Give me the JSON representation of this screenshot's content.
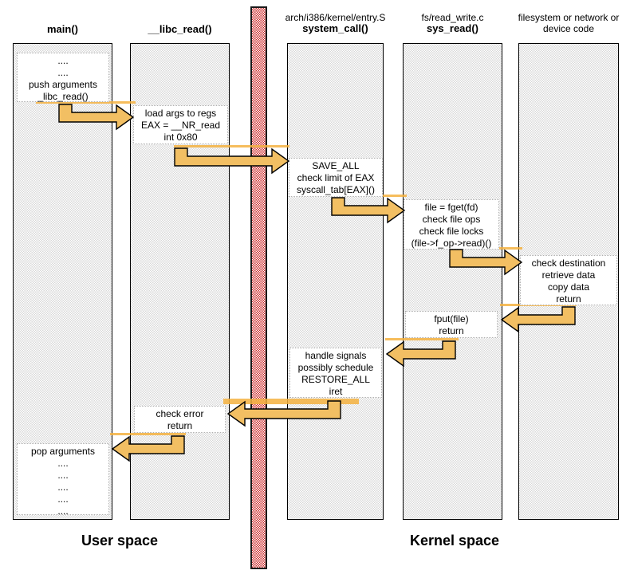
{
  "columns": [
    {
      "path": "",
      "name": "main()"
    },
    {
      "path": "",
      "name": "__libc_read()"
    },
    {
      "path": "arch/i386/kernel/entry.S",
      "name": "system_call()"
    },
    {
      "path": "fs/read_write.c",
      "name": "sys_read()"
    },
    {
      "path": "filesystem or network or\ndevice code",
      "name": ""
    }
  ],
  "callouts": {
    "main_call": "....\n....\npush arguments\n_libc_read()",
    "libc_call": "load args to regs\nEAX = __NR_read\nint 0x80",
    "syscall_entry": "SAVE_ALL\ncheck limit of EAX\nsyscall_tab[EAX]()",
    "sys_read_body": "file = fget(fd)\ncheck file ops\ncheck file locks\n(file->f_op->read)()",
    "fs_body": "check destination\nretrieve data\ncopy data\nreturn",
    "sys_read_return": "fput(file)\nreturn",
    "syscall_return": "handle signals\npossibly schedule\nRESTORE_ALL\niret",
    "libc_return": "check error\nreturn",
    "main_return": "pop arguments\n....\n....\n....\n....\n...."
  },
  "zones": {
    "user": "User space",
    "kernel": "Kernel space"
  },
  "colors": {
    "column_fill_a": "#d8d8d8",
    "column_fill_b": "#ffffff",
    "column_border": "#000000",
    "barrier_red": "#cc2b2b",
    "arrow_fill": "#f2bf63",
    "arrow_stroke": "#000000",
    "trace_line": "#f5b13f",
    "text_color": "#000000"
  }
}
